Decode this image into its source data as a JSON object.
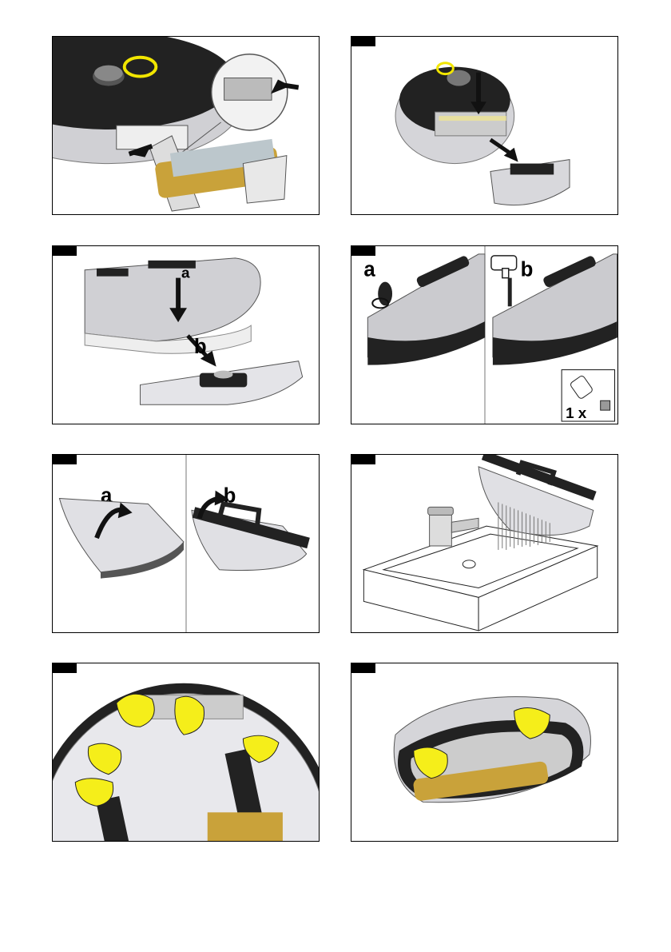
{
  "labels": {
    "step_a": "a",
    "step_b": "b",
    "dose": "1 x"
  },
  "colors": {
    "accent_yellow": "#f2e600",
    "cloth_yellow": "#f5ee1a",
    "roller_gold": "#c9a23a",
    "body_grey": "#c8c8cc",
    "dark_top": "#232323"
  },
  "icons": [
    "robot-vacuum",
    "dust-container",
    "water-tank",
    "faucet",
    "detergent-bottle",
    "sink",
    "cleaning-cloth",
    "arrow"
  ]
}
